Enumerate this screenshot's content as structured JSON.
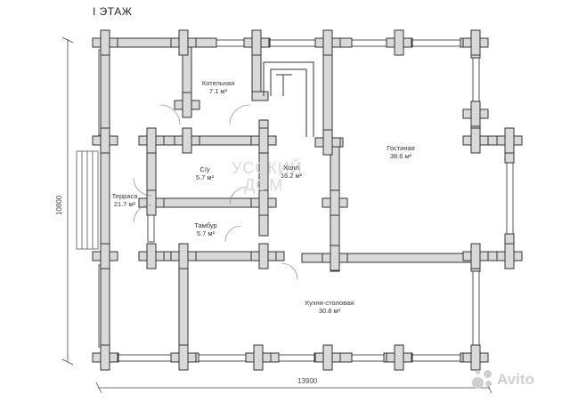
{
  "floor_title": "I ЭТАЖ",
  "rooms": [
    {
      "name": "Котельная",
      "area": "7.1 м²"
    },
    {
      "name": "С/у",
      "area": "5.7 м²"
    },
    {
      "name": "Холл",
      "area": "16.2 м²"
    },
    {
      "name": "Гостиная",
      "area": "38.6 м²"
    },
    {
      "name": "Терраса",
      "area": "21.7 м²"
    },
    {
      "name": "Тамбур",
      "area": "5.7 м²"
    },
    {
      "name": "Кухня-столовая",
      "area": "30.8 м²"
    }
  ],
  "dimensions": {
    "width": "13900",
    "height": "10800"
  },
  "watermark": {
    "line1": "УССКИЙ",
    "line2": "ДОМ"
  },
  "logo_text": "Avito",
  "colors": {
    "wall_fill": "#d9d9d9",
    "wall_stroke": "#333333",
    "window": "#ffffff"
  }
}
